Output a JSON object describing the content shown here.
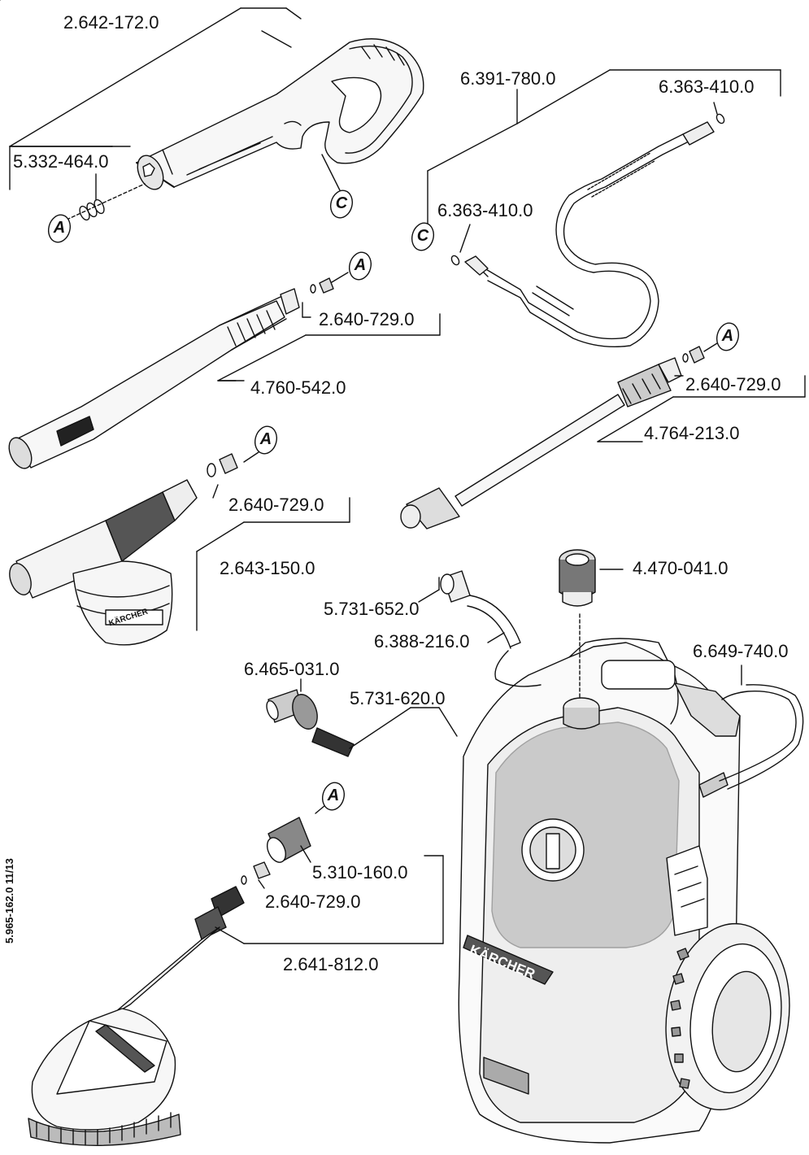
{
  "document_code": "5.965-162.0  11/13",
  "callout_letters": {
    "a": "A",
    "c": "C"
  },
  "parts": {
    "trigger_gun": "2.642-172.0",
    "gun_o_ring_set": "5.332-464.0",
    "gun_hose_adapter": "6.391-780.0",
    "hose_o_ring_top": "6.363-410.0",
    "hose_o_ring_left": "6.363-410.0",
    "vario_lance_nozzle": "2.640-729.0",
    "vario_lance": "4.760-542.0",
    "dirt_blaster_nozzle": "2.640-729.0",
    "dirt_blaster": "4.764-213.0",
    "foam_nozzle_adapter": "2.640-729.0",
    "foam_jet": "2.643-150.0",
    "quick_coupling": "4.470-041.0",
    "filter_housing": "5.731-652.0",
    "suction_hose": "6.388-216.0",
    "high_pressure_hose": "6.649-740.0",
    "garden_coupling": "6.465-031.0",
    "water_filter": "5.731-620.0",
    "brush_adapter": "5.310-160.0",
    "brush_nozzle": "2.640-729.0",
    "wash_brush": "2.641-812.0"
  },
  "brand_text": "KÄRCHER",
  "colors": {
    "line": "#111111",
    "fill_light": "#f4f4f4",
    "fill_mid": "#dadada",
    "fill_dark": "#8a8a8a"
  }
}
